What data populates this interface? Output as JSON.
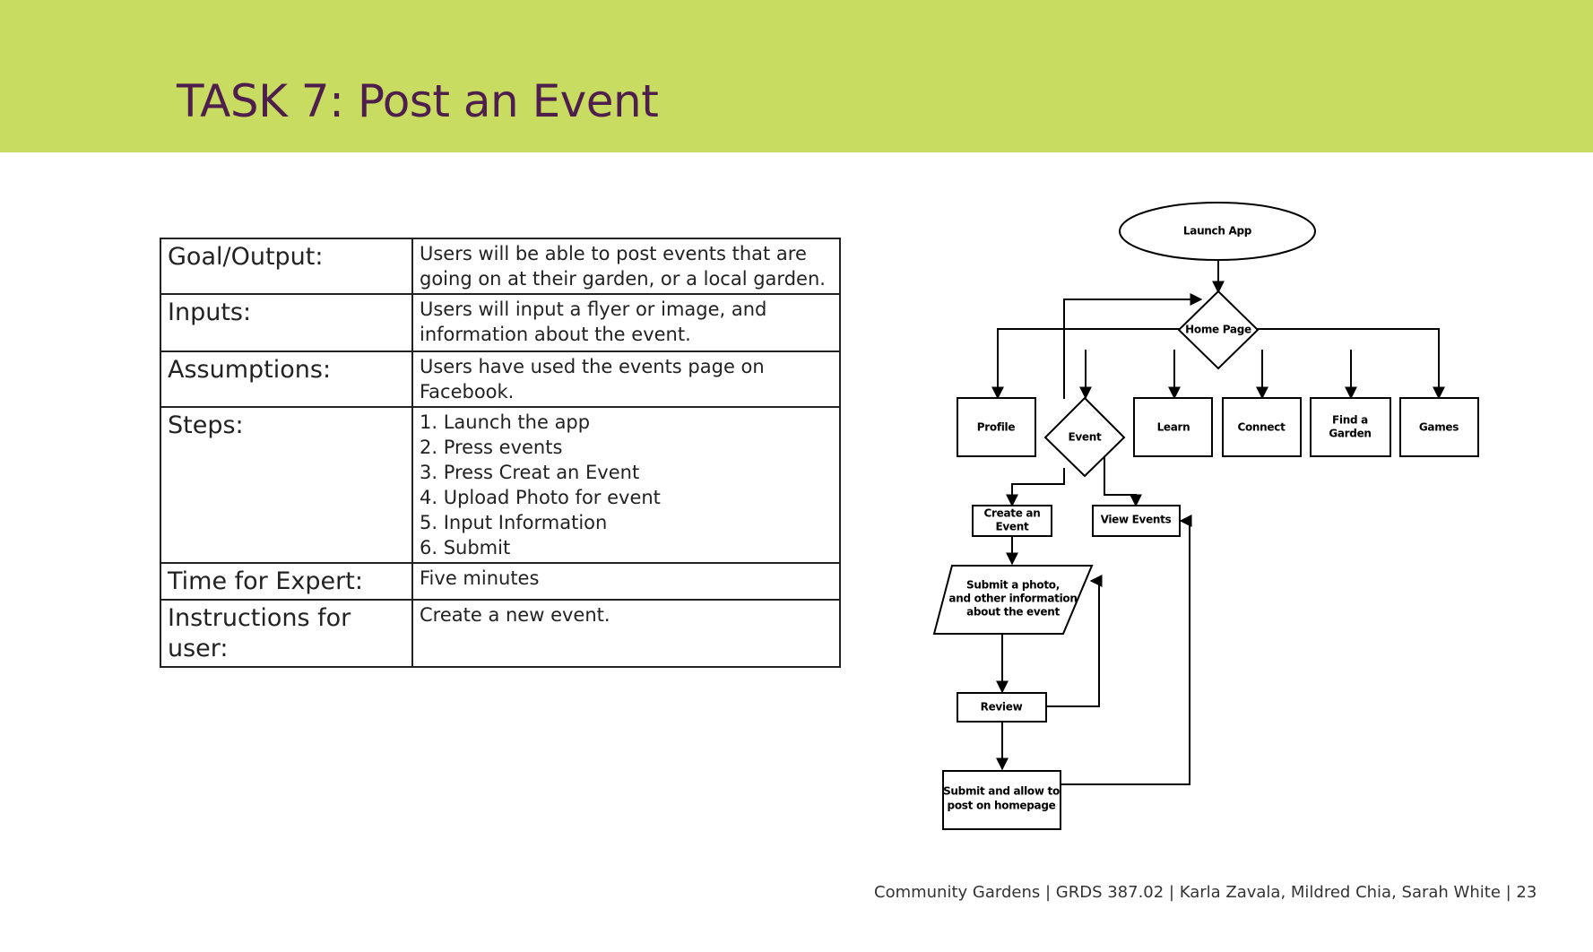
{
  "header": {
    "title": "TASK 7: Post an Event"
  },
  "table": {
    "rows": [
      {
        "label": "Goal/Output:",
        "lines": [
          "Users will be able to post events that are",
          "going on at their garden, or a local garden."
        ]
      },
      {
        "label": "Inputs:",
        "lines": [
          "Users will input a flyer or image, and",
          "information about the event."
        ]
      },
      {
        "label": "Assumptions:",
        "lines": [
          "Users have used the events page on",
          "Facebook."
        ]
      },
      {
        "label": "Steps:",
        "lines": [
          "1. Launch the app",
          "2. Press events",
          "3. Press Creat an Event",
          "4. Upload Photo for event",
          "5. Input  Information",
          "6. Submit"
        ]
      },
      {
        "label": "Time for Expert:",
        "lines": [
          "Five minutes"
        ]
      },
      {
        "label": "Instructions for user:",
        "lines": [
          "Create a new event."
        ]
      }
    ]
  },
  "flowchart": {
    "launch": "Launch App",
    "home": "Home Page",
    "profile": "Profile",
    "event": "Event",
    "learn": "Learn",
    "connect": "Connect",
    "find_line1": "Find a",
    "find_line2": "Garden",
    "games": "Games",
    "create_line1": "Create an",
    "create_line2": "Event",
    "view": "View Events",
    "submit_line1": "Submit a photo,",
    "submit_line2": "and other information",
    "submit_line3": "about the event",
    "review": "Review",
    "post_line1": "Submit and allow to",
    "post_line2": "post on homepage"
  },
  "footer": {
    "text": "Community Gardens | GRDS 387.02 | Karla Zavala, Mildred Chia, Sarah White  | 23"
  }
}
